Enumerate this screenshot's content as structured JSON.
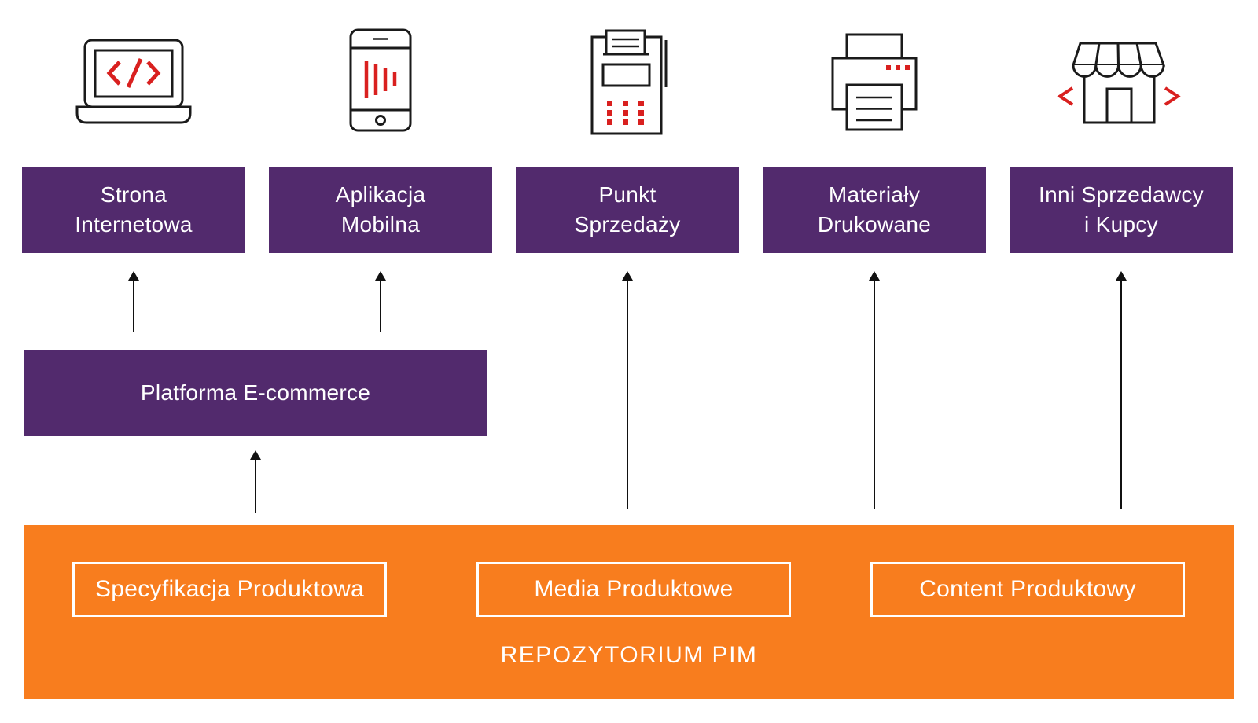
{
  "palette": {
    "purple": "#522a6d",
    "orange": "#f87d1e",
    "red": "#d9201f",
    "icon_stroke": "#1a1a1a",
    "arrow_black": "#111111",
    "label_text": "#ffffff"
  },
  "channels": [
    {
      "icon": "laptop-code-icon",
      "lines": [
        "Strona",
        "Internetowa"
      ]
    },
    {
      "icon": "mobile-app-icon",
      "lines": [
        "Aplikacja",
        "Mobilna"
      ]
    },
    {
      "icon": "pos-terminal-icon",
      "lines": [
        "Punkt",
        "Sprzedaży"
      ]
    },
    {
      "icon": "printer-icon",
      "lines": [
        "Materiały",
        "Drukowane"
      ]
    },
    {
      "icon": "storefront-icon",
      "lines": [
        "Inni Sprzedawcy",
        "i Kupcy"
      ]
    }
  ],
  "ecommerce_platform": {
    "label": "Platforma E-commerce"
  },
  "pim_repository": {
    "title": "REPOZYTORIUM PIM",
    "modules": [
      {
        "label": "Specyfikacja Produktowa"
      },
      {
        "label": "Media Produktowe"
      },
      {
        "label": "Content Produktowy"
      }
    ]
  }
}
